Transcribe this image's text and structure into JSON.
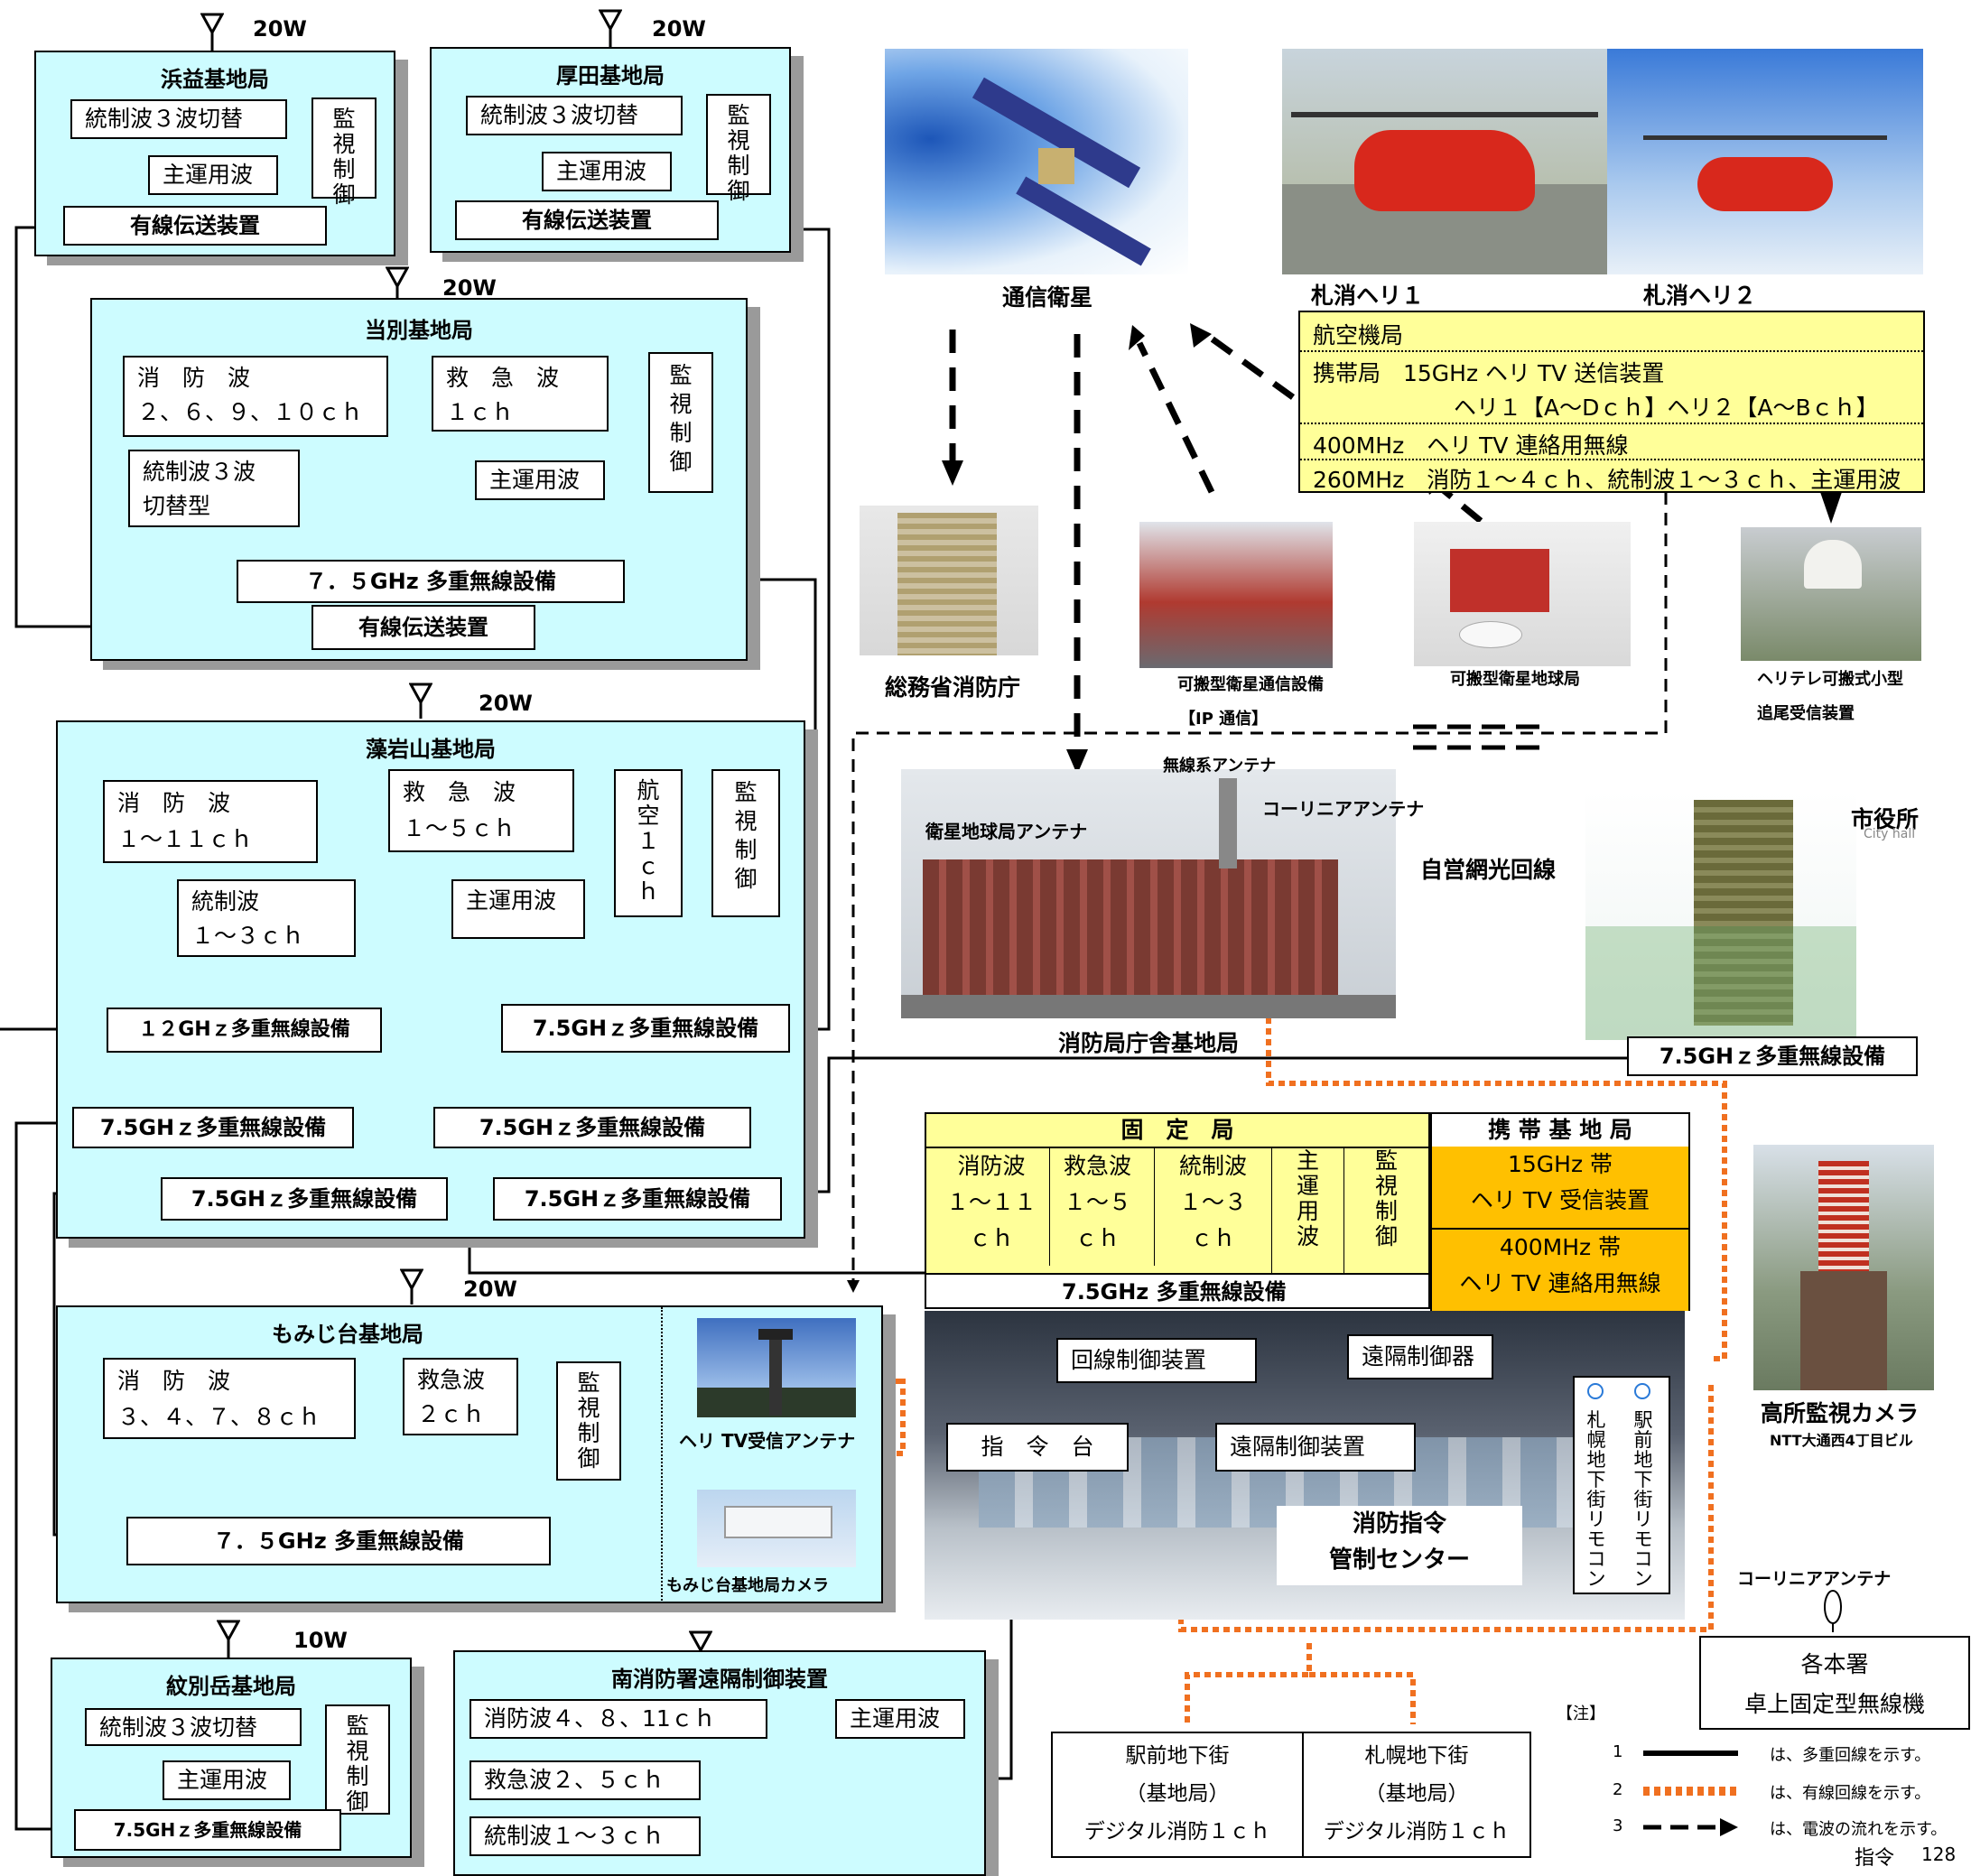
{
  "antenna_power": {
    "hamamasu": "20W",
    "atsuta": "20W",
    "toubetsu": "20W",
    "moiwa": "20W",
    "momijidai": "20W",
    "monbetsu": "10W"
  },
  "hamamasu": {
    "title": "浜益基地局",
    "toseiha": "統制波３波切替",
    "main": "主運用波",
    "kanshi": "監\n視\n制\n御",
    "wired": "有線伝送装置"
  },
  "atsuta": {
    "title": "厚田基地局",
    "toseiha": "統制波３波切替",
    "main": "主運用波",
    "kanshi": "監\n視\n制\n御",
    "wired": "有線伝送装置"
  },
  "toubetsu": {
    "title": "当別基地局",
    "shobo1": "消　防　波",
    "shobo2": "２、６、９、１０ｃｈ",
    "kyukyu1": "救　急　波",
    "kyukyu2": "１ｃｈ",
    "tosei1": "統制波３波",
    "tosei2": "切替型",
    "main": "主運用波",
    "kanshi": "監\n視\n制\n御",
    "microwave": "７．５GHz 多重無線設備",
    "wired": "有線伝送装置"
  },
  "moiwa": {
    "title": "藻岩山基地局",
    "shobo1": "消　防　波",
    "shobo2": "１～１１ｃｈ",
    "kyukyu1": "救　急　波",
    "kyukyu2": "１～５ｃｈ",
    "koku": "航\n空\n１\nｃ\nｈ",
    "kanshi": "監\n視\n制\n御",
    "tosei1": "統制波",
    "tosei2": "１～３ｃｈ",
    "main": "主運用波",
    "mw12": "１２GHｚ多重無線設備",
    "mw_a": "7.5GHｚ多重無線設備",
    "mw_b": "7.5GHｚ多重無線設備",
    "mw_c": "7.5GHｚ多重無線設備",
    "mw_d": "7.5GHｚ多重無線設備",
    "mw_e": "7.5GHｚ多重無線設備"
  },
  "momijidai": {
    "title": "もみじ台基地局",
    "shobo1": "消　防　波",
    "shobo2": "３、４、７、８ｃｈ",
    "kyukyu1": "救急波",
    "kyukyu2": "２ｃｈ",
    "kanshi": "監\n視\n制\n御",
    "microwave": "７．５GHz 多重無線設備",
    "heli_antenna": "ヘリ TV受信アンテナ",
    "camera": "もみじ台基地局カメラ"
  },
  "monbetsu": {
    "title": "紋別岳基地局",
    "toseiha": "統制波３波切替",
    "main": "主運用波",
    "kanshi": "監\n視\n制\n御",
    "microwave": "7.5GHｚ多重無線設備"
  },
  "minami": {
    "title": "南消防署遠隔制御装置",
    "shobo": "消防波４、８、11ｃｈ",
    "kyukyu": "救急波２、５ｃｈ",
    "tosei": "統制波１～３ｃｈ",
    "main": "主運用波"
  },
  "satellite": {
    "label": "通信衛星"
  },
  "helis": {
    "heli1": "札消ヘリ１",
    "heli2": "札消ヘリ２"
  },
  "heli_info": {
    "row1": "航空機局",
    "row2a": "携帯局　15GHz ヘリ TV 送信装置",
    "row2b": "ヘリ１【A～Dｃｈ】ヘリ２【A～Bｃｈ】",
    "row3": "400MHz　ヘリ TV 連絡用無線",
    "row4": "260MHz　消防１～４ｃｈ、統制波１～３ｃｈ、主運用波"
  },
  "fdma": {
    "label": "総務省消防庁"
  },
  "portable_sat": {
    "label1": "可搬型衛星通信設備",
    "label2": "【IP 通信】"
  },
  "portable_earth": {
    "label": "可搬型衛星地球局"
  },
  "heli_tracker": {
    "label1": "ヘリテレ可搬式小型",
    "label2": "追尾受信装置"
  },
  "hq": {
    "radio_antenna": "無線系アンテナ",
    "sat_antenna": "衛星地球局アンテナ",
    "collinear": "コーリニアアンテナ",
    "label": "消防局庁舎基地局",
    "fiber": "自営網光回線"
  },
  "cityhall": {
    "label": "市役所",
    "sign": "City hall",
    "microwave": "7.5GHｚ多重無線設備"
  },
  "fixed": {
    "header": "固　定　局",
    "c1": "消防波\n１～１１\nｃｈ",
    "c2": "救急波\n１～５\nｃｈ",
    "c3": "統制波\n１～３\nｃｈ",
    "c4": "主\n運\n用\n波",
    "c5": "監\n視\n制\n御",
    "microwave": "7.5GHz 多重無線設備"
  },
  "mobile": {
    "header": "携 帯 基 地 局",
    "r1a": "15GHz 帯",
    "r1b": "ヘリ TV 受信装置",
    "r2a": "400MHz 帯",
    "r2b": "ヘリ TV 連絡用無線"
  },
  "center": {
    "line_ctrl": "回線制御装置",
    "remote_ctrl": "遠隔制御器",
    "console": "指　令　台",
    "remote_dev": "遠隔制御装置",
    "name1": "消防指令",
    "name2": "管制センター",
    "remocon1": "駅\n前\n地\n下\n街\nリ\nモ\nコ\nン",
    "remocon2": "札\n幌\n地\n下\n街\nリ\nモ\nコ\nン"
  },
  "camera_tower": {
    "label": "高所監視カメラ",
    "sub": "NTT大通西4丁目ビル"
  },
  "collinear2": {
    "label": "コーリニアアンテナ"
  },
  "branch": {
    "line1": "各本署",
    "line2": "卓上固定型無線機"
  },
  "underground": {
    "a1": "駅前地下街",
    "a2": "（基地局）",
    "a3": "デジタル消防１ｃｈ",
    "b1": "札幌地下街",
    "b2": "（基地局）",
    "b3": "デジタル消防１ｃｈ"
  },
  "legend": {
    "title": "【注】",
    "n1": "1",
    "t1": "は、多重回線を示す。",
    "n2": "2",
    "t2": "は、有線回線を示す。",
    "n3": "3",
    "t3": "は、電波の流れを示す。"
  },
  "page": {
    "label": "指令",
    "number": "128"
  },
  "colors": {
    "station_bg": "#cdfcff",
    "fixed_bg": "#ffff99",
    "mobile_bg": "#ffc000",
    "wired_line": "#f07020"
  }
}
